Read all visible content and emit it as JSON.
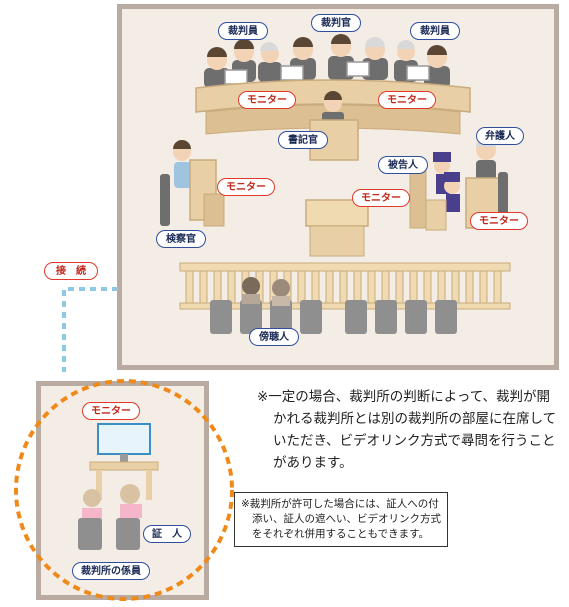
{
  "labels": {
    "judge_left": "裁判員",
    "judge_center": "裁判官",
    "judge_right": "裁判員",
    "monitor_bench_left": "モニター",
    "monitor_bench_right": "モニター",
    "clerk": "書記官",
    "defense_counsel": "弁護人",
    "defendant": "被告人",
    "monitor_prosecutor": "モニター",
    "monitor_center": "モニター",
    "monitor_defense": "モニター",
    "prosecutor": "検察官",
    "gallery": "傍聴人",
    "connection": "接　続",
    "monitor_witness_room": "モニター",
    "witness": "証　人",
    "court_staff": "裁判所の係員"
  },
  "notes": {
    "main": "※一定の場合、裁判所の判断によって、裁判が開かれる裁判所とは別の裁判所の部屋に在席していただき、ビデオリンク方式で尋問を行うことがあります。",
    "box": "※裁判所が許可した場合には、証人への付添い、証人の遮へい、ビデオリンク方式をそれぞれ併用することもできます。"
  },
  "colors": {
    "room_fill": "#f4ede6",
    "room_border": "#b9aba1",
    "label_blue": "#2f4f9e",
    "label_red": "#e0392b",
    "connection_line": "#8ecae6",
    "witness_circle": "#ef8a1a"
  }
}
